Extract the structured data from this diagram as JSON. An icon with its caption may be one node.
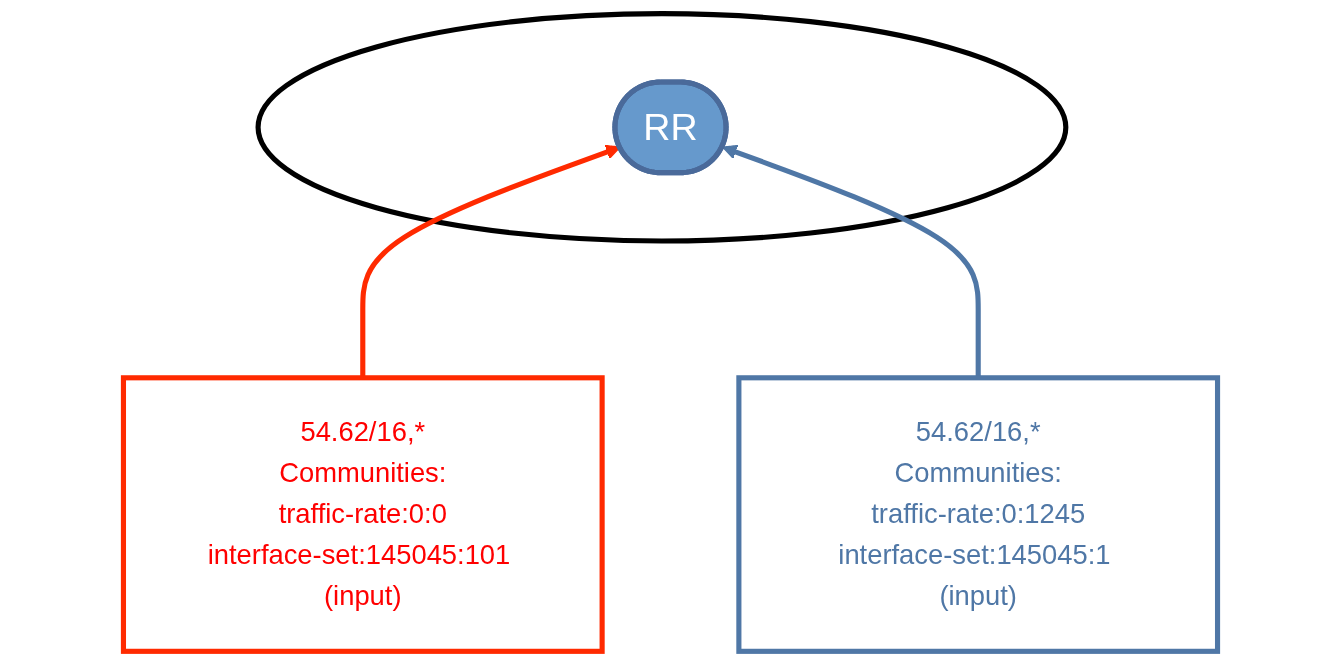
{
  "diagram": {
    "nodes": [
      {
        "text": [],
        "shape": "ellipse"
      },
      {
        "text": [
          "RR"
        ],
        "in": 0
      },
      {
        "text": [
          "54.62/16,*",
          "Communities:",
          "traffic-rate:0:0",
          "interface-set:145045:101 (input)"
        ]
      },
      {
        "text": [
          "54.62/16,*",
          "Communities:",
          "traffic-rate:0:1245",
          "interface-set:145045:1 (input)"
        ]
      }
    ],
    "edges": [
      {
        "from": 2,
        "to": 1,
        "arrow": "to",
        "color": "#ff2a00"
      },
      {
        "from": 3,
        "to": 1,
        "arrow": "to",
        "color": "#4f77a6"
      }
    ]
  }
}
